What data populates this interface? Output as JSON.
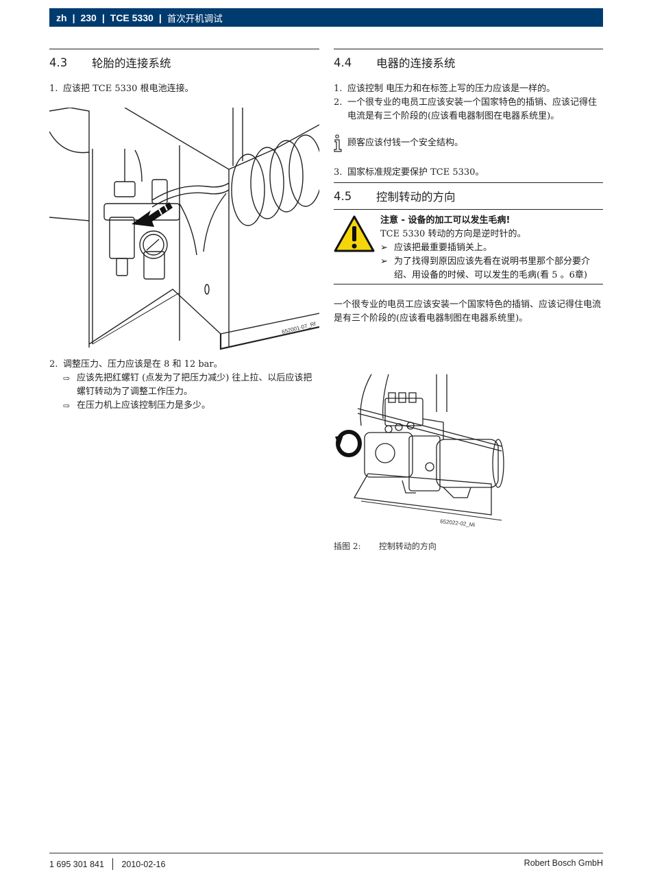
{
  "header": {
    "lang": "zh",
    "page": "230",
    "product": "TCE 5330",
    "section_title": "首次开机调试"
  },
  "s43": {
    "num": "4.3",
    "title": "轮胎的连接系统",
    "item1_num": "1.",
    "item1": "应该把 TCE 5330 根电池连接。",
    "fig_label": "652001-07_Rf",
    "item2_num": "2.",
    "item2": "调整压力、压力应该是在 8  和  12 bar。",
    "sub1": "应该先把红螺钉 (点发为了把压力减少) 往上拉、以后应该把螺钉转动为了调整工作压力。",
    "sub2": "在压力机上应该控制压力是多少。"
  },
  "s44": {
    "num": "4.4",
    "title": "电器的连接系统",
    "item1_num": "1.",
    "item1": "应该控制 电压力和在标签上写的压力应该是一样的。",
    "item2_num": "2.",
    "item2": "一个很专业的电员工应该安装一个国家特色的插销、应该记得住电流是有三个阶段的(应该看电器制图在电器系统里)。",
    "info": "顾客应该付钱一个安全结构。",
    "item3_num": "3.",
    "item3": "国家标准规定要保护 TCE 5330。"
  },
  "s45": {
    "num": "4.5",
    "title": "控制转动的方向",
    "warn_title": "注意  - 设备的加工可以发生毛病!",
    "warn_line": "TCE 5330 转动的方向是逆时针的。",
    "warn_b1": "应该把最重要插销关上。",
    "warn_b2": "为了找得到原因应该先看在说明书里那个部分要介绍、用设备的时候、可以发生的毛病(看 5 。6章)",
    "para": "一个很专业的电员工应该安装一个国家特色的插销、应该记得住电流是有三个阶段的(应该看电器制图在电器系统里)。",
    "fig_label": "652022-02_Mi",
    "caption_num": "插图 2:",
    "caption": "控制转动的方向"
  },
  "footer": {
    "doc_number": "1 695 301 841",
    "date": "2010-02-16",
    "company": "Robert Bosch GmbH"
  },
  "colors": {
    "header_bg": "#003b6f",
    "warning_yellow": "#f5d60a"
  },
  "icons": {
    "arrow": "hollow-right-arrow-icon",
    "info": "info-i-icon",
    "warning": "warning-triangle-icon",
    "bullet": "triangle-bullet-icon",
    "rotation": "counterclockwise-arrow-icon"
  }
}
